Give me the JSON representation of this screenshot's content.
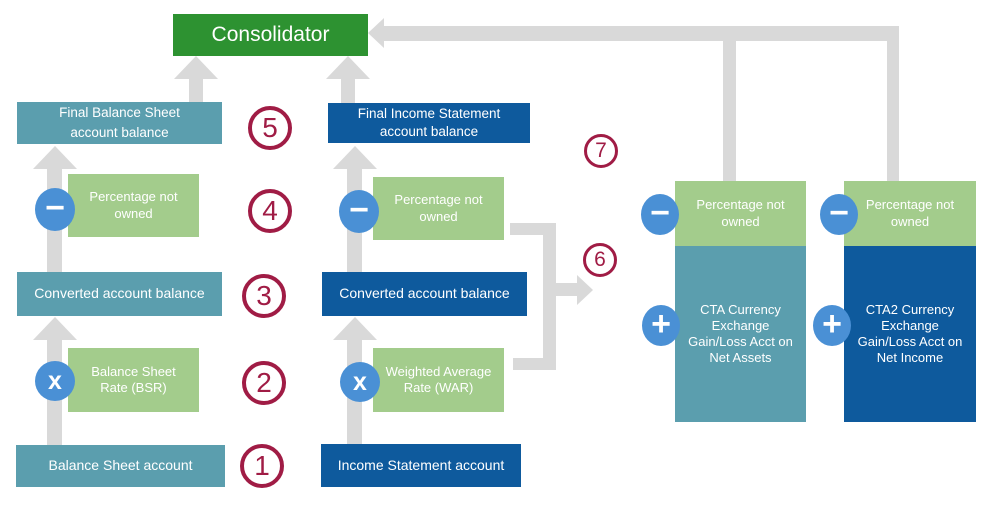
{
  "consolidator": {
    "label": "Consolidator"
  },
  "steps": {
    "s1": "1",
    "s2": "2",
    "s3": "3",
    "s4": "4",
    "s5": "5",
    "s6": "6",
    "s7": "7"
  },
  "operators": {
    "multiply": "x",
    "subtract": "−",
    "add": "+"
  },
  "balance_sheet_flow": {
    "account": "Balance Sheet account",
    "rate": "Balance Sheet Rate (BSR)",
    "converted": "Converted account balance",
    "percentage_not_owned": "Percentage not owned",
    "final_line1": "Final Balance Sheet",
    "final_line2": "account balance"
  },
  "income_statement_flow": {
    "account": "Income Statement account",
    "rate": "Weighted Average Rate (WAR)",
    "converted": "Converted account balance",
    "percentage_not_owned": "Percentage not owned",
    "final_line1": "Final Income Statement",
    "final_line2": "account balance"
  },
  "cta_net_assets": {
    "percentage_not_owned": "Percentage not owned",
    "account": "CTA Currency Exchange Gain/Loss Acct on Net Assets"
  },
  "cta_net_income": {
    "percentage_not_owned": "Percentage not owned",
    "account": "CTA2 Currency Exchange Gain/Loss Acct on Net Income"
  },
  "colors": {
    "teal": "#5B9EAE",
    "dark_blue": "#0E5A9D",
    "light_green": "#A3CC8C",
    "consolidator_green": "#2D9231",
    "operator_blue": "#4A90D5",
    "step_maroon": "#A01C45",
    "connector_gray": "#D9D9D9"
  }
}
